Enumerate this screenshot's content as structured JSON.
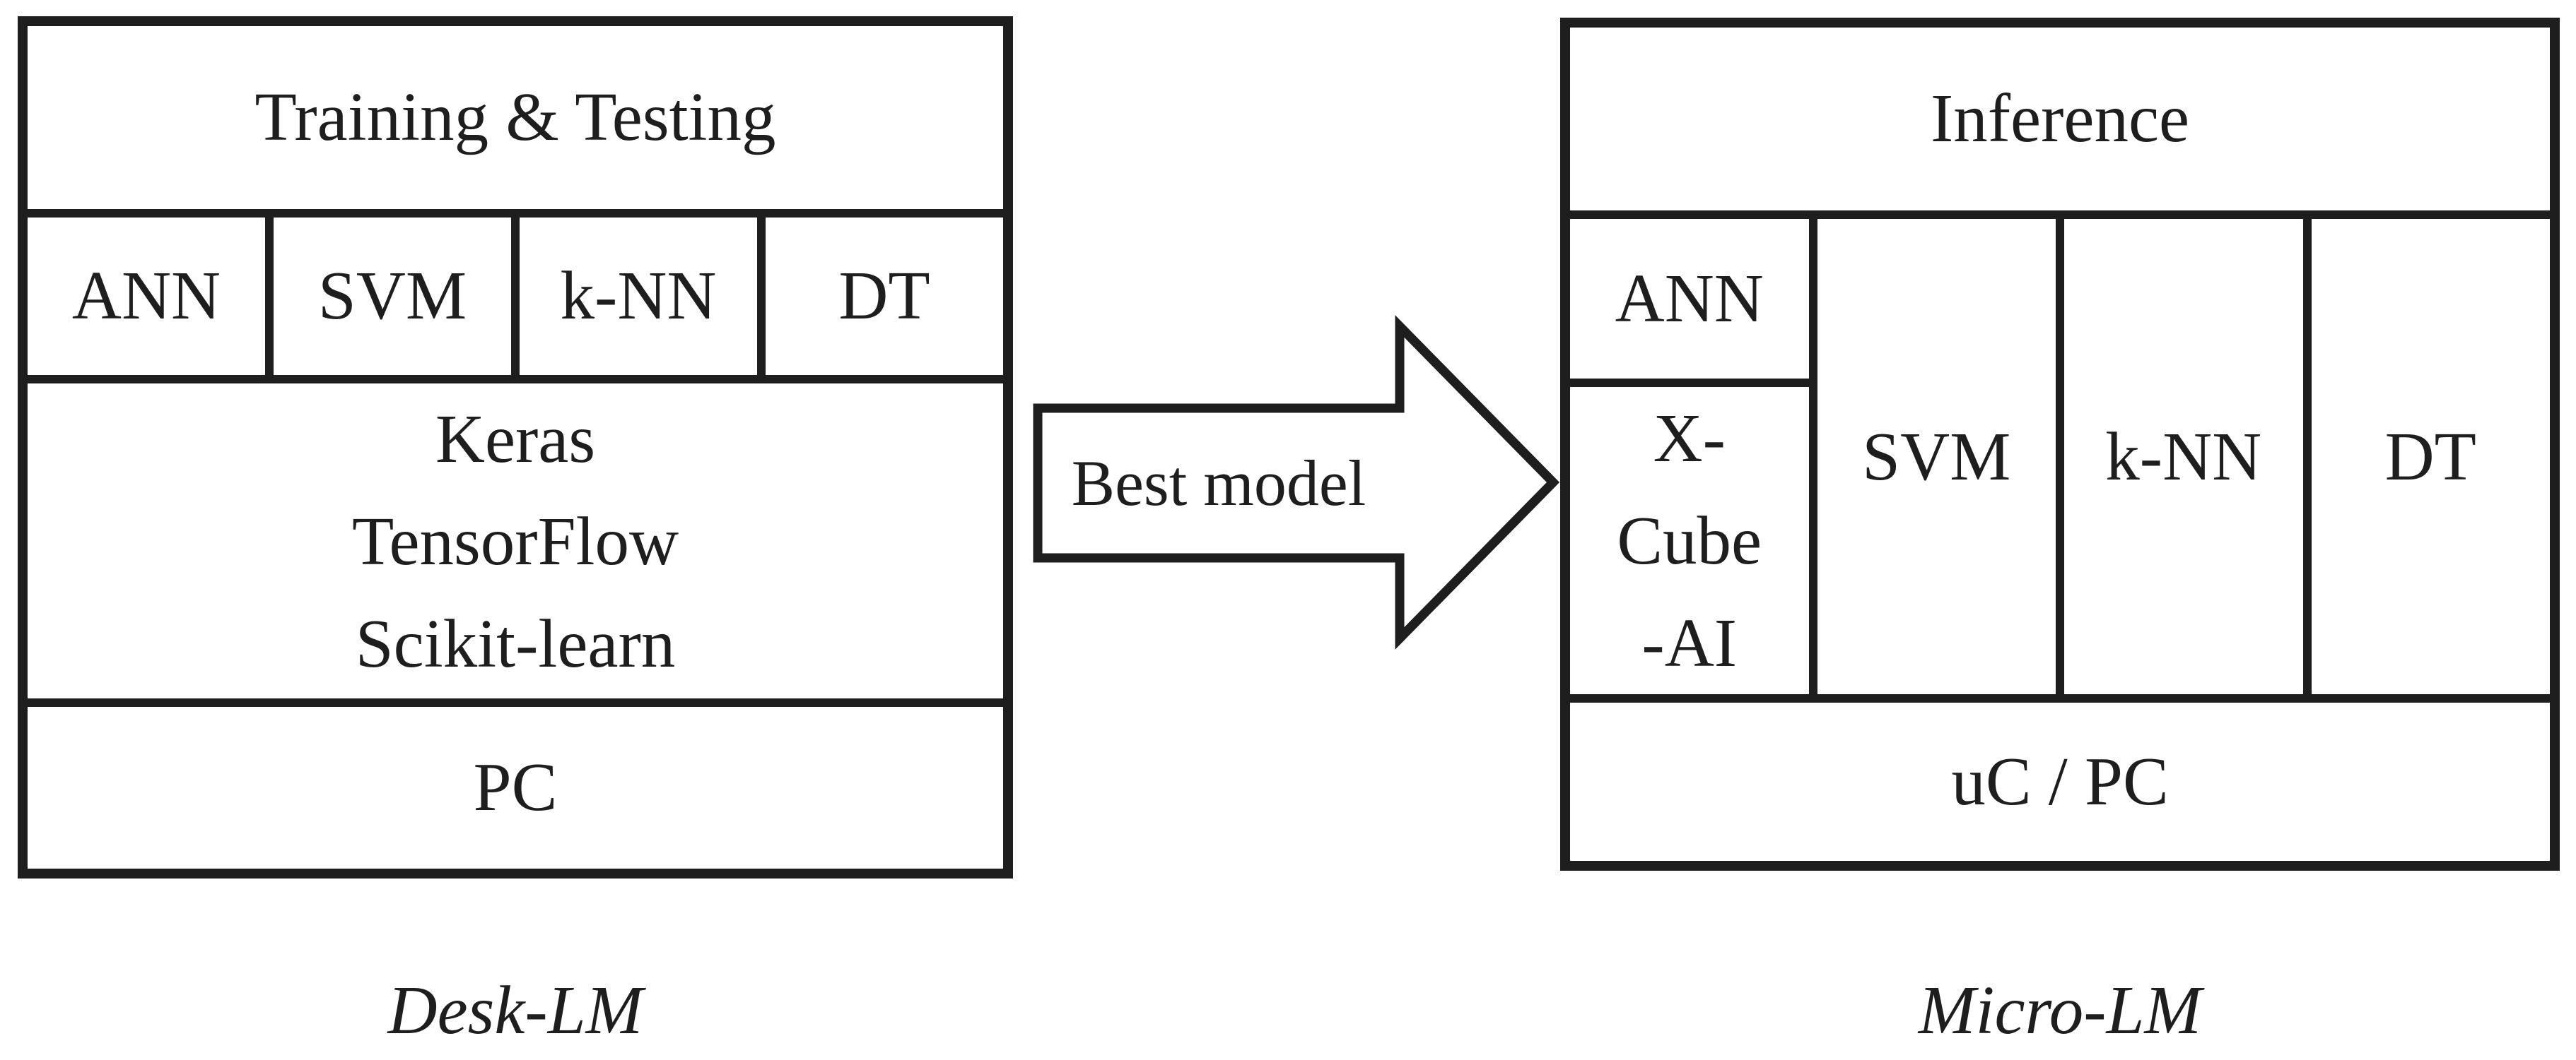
{
  "diagram": {
    "desk_lm": {
      "header": "Training & Testing",
      "models": [
        "ANN",
        "SVM",
        "k-NN",
        "DT"
      ],
      "framework_lines": [
        "Keras",
        "TensorFlow",
        "Scikit-learn"
      ],
      "platform": "PC",
      "caption": "Desk-LM"
    },
    "arrow_label": "Best model",
    "micro_lm": {
      "header": "Inference",
      "ann_label": "ANN",
      "engine_lines": [
        "X-",
        "Cube",
        "-AI"
      ],
      "models": [
        "SVM",
        "k-NN",
        "DT"
      ],
      "platform": "uC / PC",
      "caption": "Micro-LM"
    },
    "colors": {
      "ink": "#1e1e1e",
      "background": "#ffffff"
    }
  }
}
